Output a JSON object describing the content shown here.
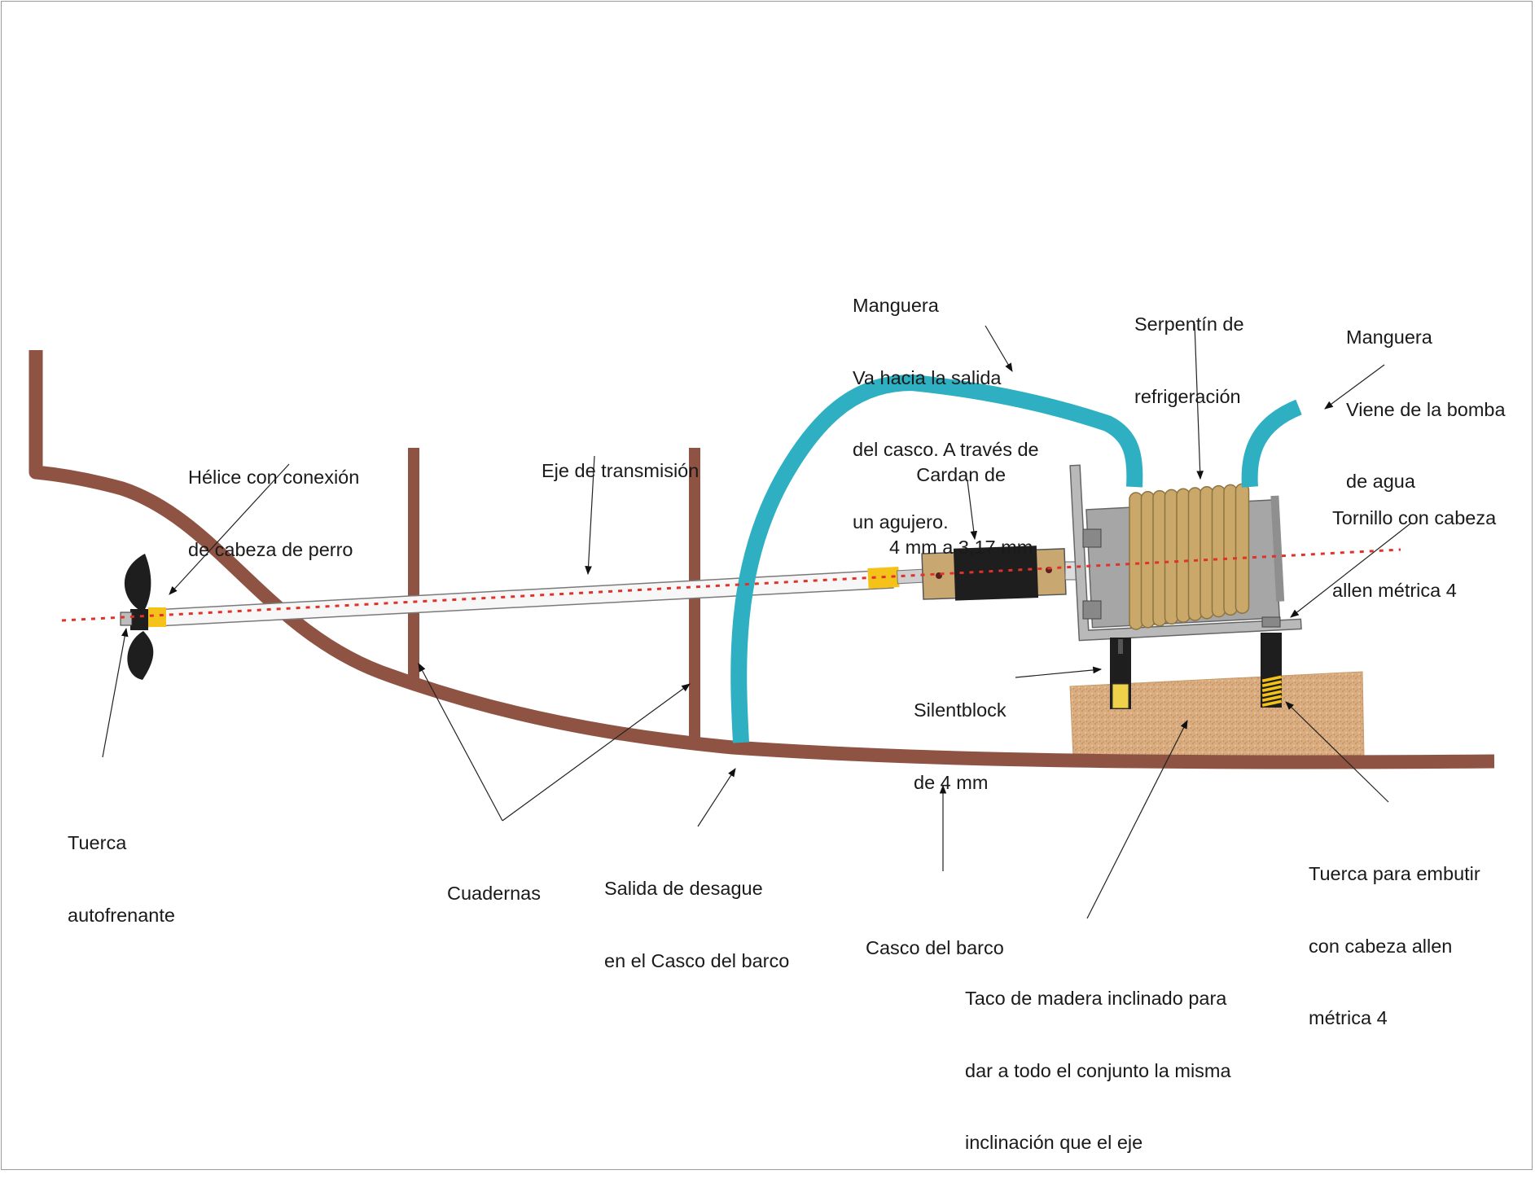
{
  "colors": {
    "hull": "#8e5343",
    "hose": "#2eb0c2",
    "coil": "#c9a86a",
    "coil_dark": "#8e7440",
    "motor": "#a6a6a6",
    "shaft_line": "#e0322a",
    "wood": "#d7a97a",
    "propeller": "#1e1e1e",
    "coupling": "#f5c21a",
    "cardan_body": "#c8a870",
    "cardan_center": "#1e1e1e"
  },
  "labels": {
    "helice": [
      "Hélice con conexión",
      "de cabeza de perro"
    ],
    "eje": [
      "Eje de transmisión"
    ],
    "manguera_salida": [
      "Manguera",
      "Va hacia la salida",
      "del casco. A través de",
      "un agujero."
    ],
    "cardan": [
      "Cardan de",
      "4 mm a 3,17 mm"
    ],
    "serpentin": [
      "Serpentín de",
      "refrigeración"
    ],
    "manguera_bomba": [
      "Manguera",
      "Viene de la bomba",
      "de agua"
    ],
    "tornillo": [
      "Tornillo con cabeza",
      "allen métrica 4"
    ],
    "silentblock": [
      "Silentblock",
      "de 4 mm"
    ],
    "tuerca_auto": [
      "Tuerca",
      "autofrenante"
    ],
    "cuadernas": [
      "Cuadernas"
    ],
    "salida_desague": [
      "Salida de desague",
      "en el Casco del barco"
    ],
    "casco": [
      "Casco del barco"
    ],
    "tuerca_embutir": [
      "Tuerca para embutir",
      "con cabeza allen",
      "métrica 4"
    ],
    "taco": [
      "Taco de madera inclinado para",
      "dar a todo el conjunto la misma",
      "inclinación que el eje"
    ]
  },
  "icons": [
    "propeller-icon",
    "motor-icon",
    "cooling-coil-icon",
    "cardan-icon",
    "silentblock-icon",
    "wood-block-icon"
  ]
}
